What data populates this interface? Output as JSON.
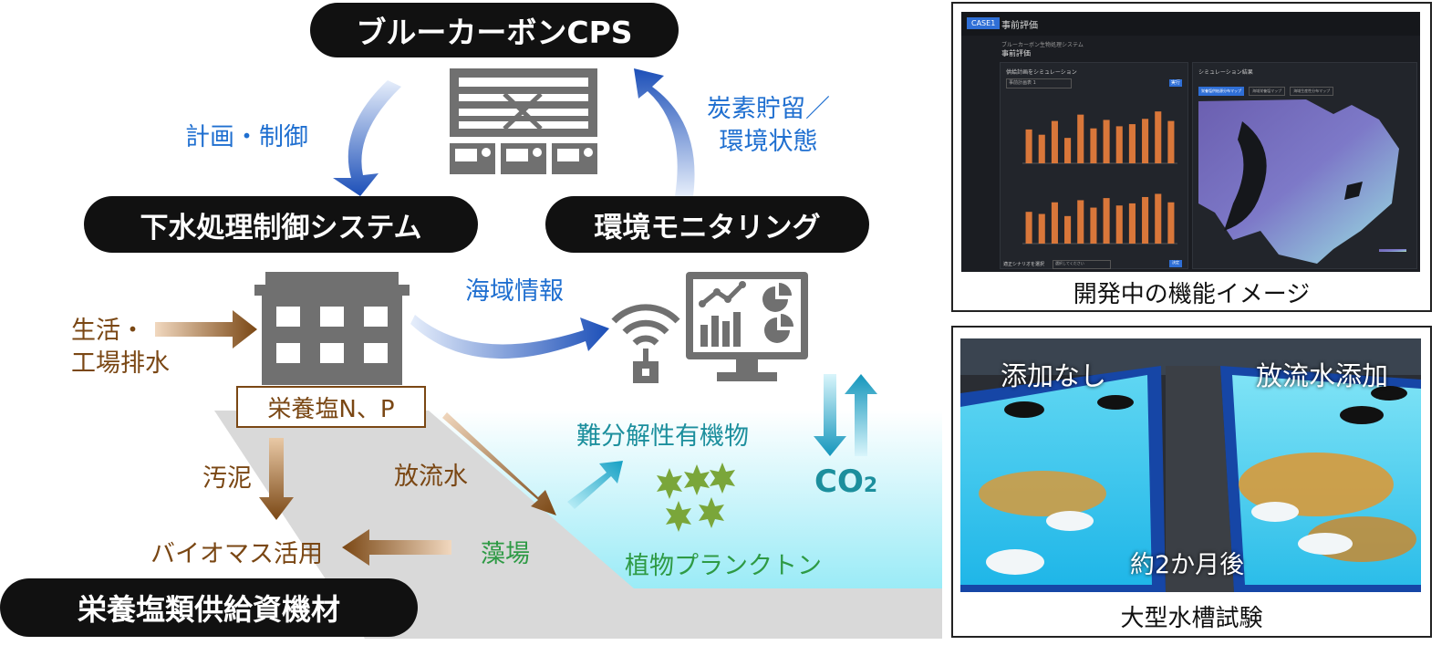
{
  "diagram": {
    "cps_title": "ブルーカーボンCPS",
    "plan_control": "計画・制御",
    "carbon_state_line1": "炭素貯留／",
    "carbon_state_line2": "環境状態",
    "sewage_control": "下水処理制御システム",
    "env_monitoring": "環境モニタリング",
    "sea_info": "海域情報",
    "wastewater_line1": "生活・",
    "wastewater_line2": "工場排水",
    "nutrients_np": "栄養塩N、P",
    "sludge": "汚泥",
    "effluent": "放流水",
    "refractory_organics": "難分解性有機物",
    "co2": "CO",
    "co2_sub": "2",
    "seaweed_bed": "藻場",
    "biomass_use": "バイオマス活用",
    "phytoplankton": "植物プランクトン",
    "nutrient_material": "栄養塩類供給資機材",
    "colors": {
      "pill": "#111111",
      "blue_text": "#1f6fd0",
      "brown": "#7a4714",
      "teal": "#1c8f9d",
      "green": "#2e9a45",
      "sea": "#a8eef8"
    }
  },
  "screenshot_panel": {
    "caption": "開発中の機能イメージ",
    "badge": "CASE1",
    "header_title": "事前評価",
    "breadcrumb": "ブルーカーボン生物処理システム",
    "page_title": "事前評価",
    "left_section_title": "供給計画をシミュレーション",
    "select_value": "事前計画表 1",
    "button_label": "実行",
    "right_section_title": "シミュレーション結果",
    "tabs": [
      "栄養塩供給源分布マップ",
      "海域栄養塩マップ",
      "海域生産性分布マップ"
    ],
    "bottom_label": "適正シナリオを選択",
    "bottom_select": "選択してください",
    "bottom_button": "決定",
    "chart1_values": [
      3.2,
      2.7,
      4.0,
      2.4,
      4.6,
      3.3,
      4.1,
      3.5,
      3.7,
      4.2,
      4.9,
      4.0
    ],
    "chart2_values": [
      3.0,
      2.8,
      3.9,
      2.6,
      4.1,
      3.4,
      4.3,
      3.6,
      3.8,
      4.4,
      4.7,
      3.9
    ]
  },
  "photo_panel": {
    "caption": "大型水槽試験",
    "label_left": "添加なし",
    "label_right": "放流水添加",
    "label_bottom": "約2か月後"
  }
}
